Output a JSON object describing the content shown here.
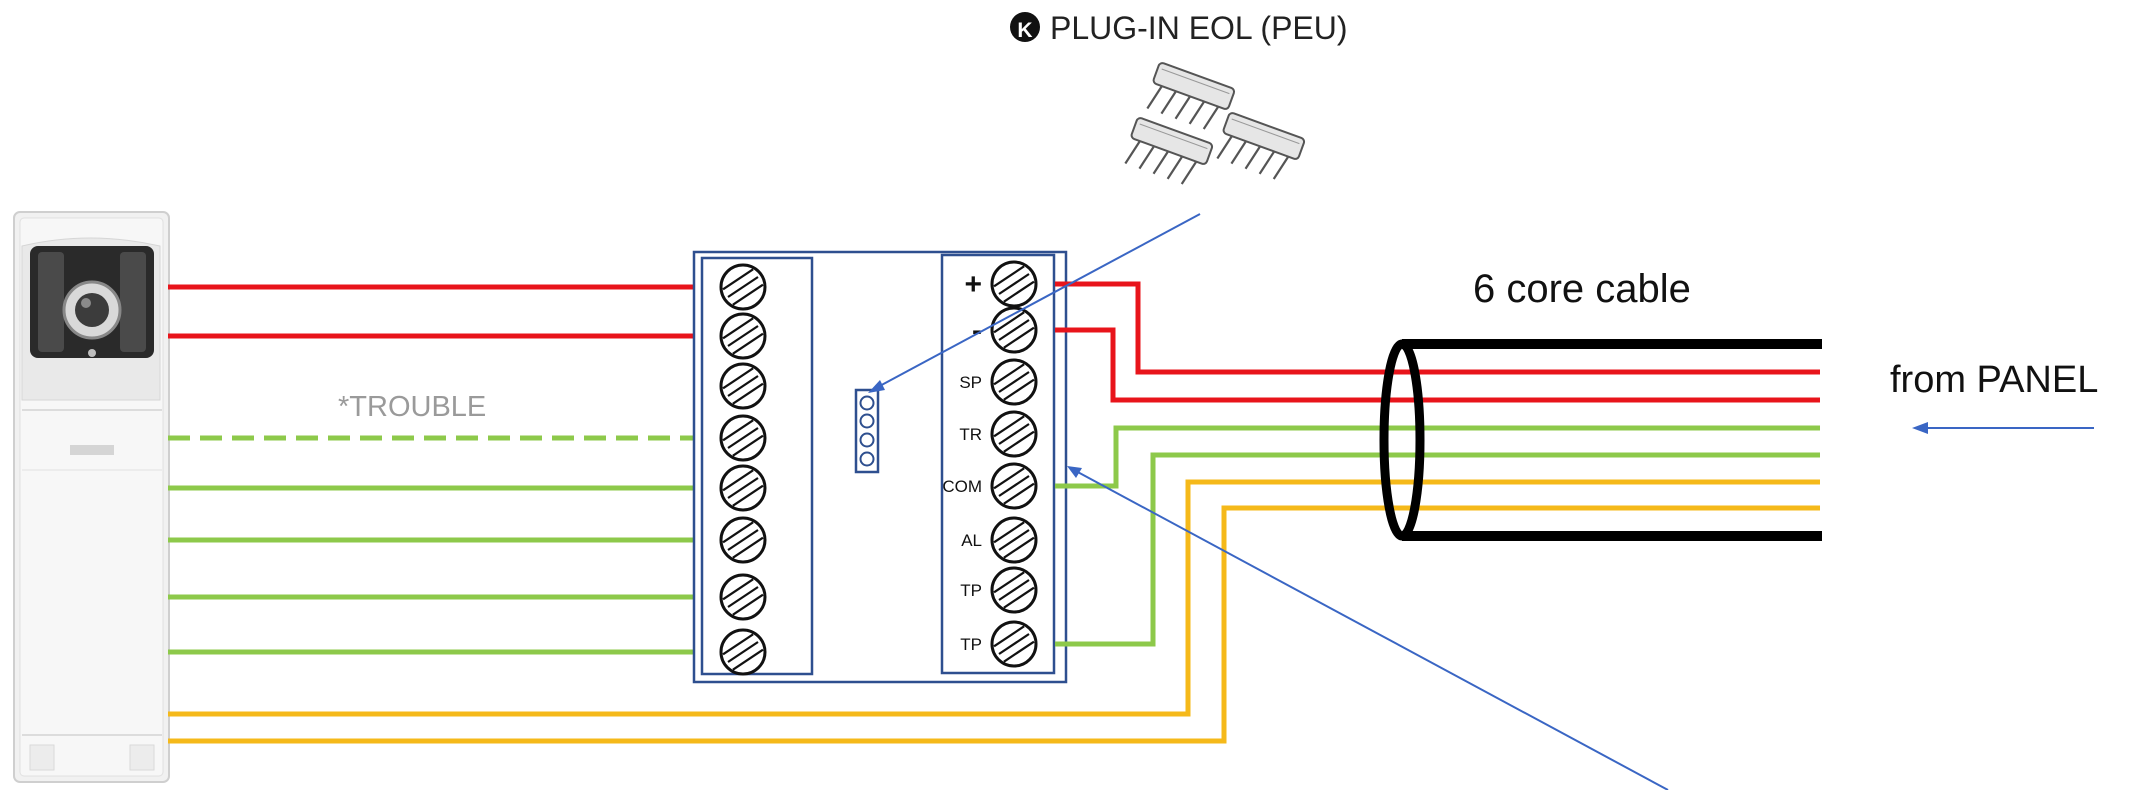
{
  "diagram": {
    "plugin_eol": {
      "badge_letter": "K",
      "label": "PLUG-IN EOL (PEU)"
    },
    "cable_label": "6 core cable",
    "source_label": "from PANEL",
    "trouble_label": "*TROUBLE",
    "right_terminals": [
      "+",
      "-",
      "SP",
      "TR",
      "COM",
      "AL",
      "TP",
      "TP"
    ],
    "colors": {
      "red": "#e8141b",
      "green": "#8dc94a",
      "yellow": "#f5b91a",
      "blue_line": "#3a66c4",
      "box_border": "#2e4f8f",
      "cable": "#000000"
    },
    "icons": {
      "detector": "motion-detector-icon",
      "resistor_pack": "resistor-pack-icon",
      "screw_terminal": "screw-terminal-icon",
      "eol_socket": "eol-socket-icon"
    }
  }
}
